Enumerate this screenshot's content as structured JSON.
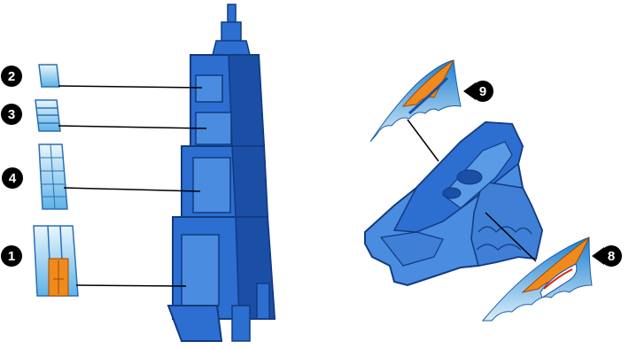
{
  "callouts": [
    {
      "id": "callout-1",
      "number": "1",
      "part": "large-window-sticker"
    },
    {
      "id": "callout-2",
      "number": "2",
      "part": "small-window-sticker"
    },
    {
      "id": "callout-3",
      "number": "3",
      "part": "striped-window-sticker"
    },
    {
      "id": "callout-4",
      "number": "4",
      "part": "grid-window-sticker"
    },
    {
      "id": "callout-8",
      "number": "8",
      "part": "hot-wheels-flame-sticker"
    },
    {
      "id": "callout-9",
      "number": "9",
      "part": "orange-flame-sticker"
    }
  ],
  "colors": {
    "tower_blue": "#2c6fd1",
    "tower_dark": "#1b4fa6",
    "panel_blue": "#4a8ce0",
    "sticker_light": "#bfe3f7",
    "flame_orange": "#f08a1c",
    "leader_line": "#000000"
  },
  "icons": {
    "tower": "skyscraper-playset-piece",
    "ramp": "rocky-ramp-playset-piece"
  }
}
